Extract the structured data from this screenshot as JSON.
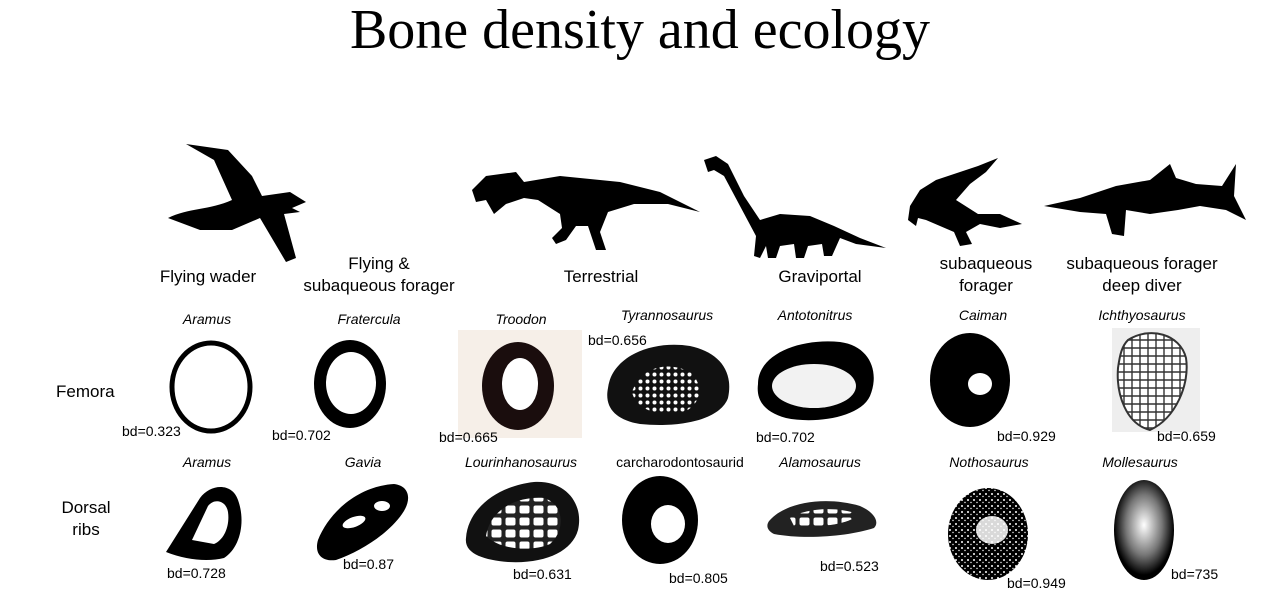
{
  "title": "Bone density and ecology",
  "categories": {
    "flying_wader": "Flying wader",
    "flying_forager_l1": "Flying &",
    "flying_forager_l2": "subaqueous forager",
    "terrestrial": "Terrestrial",
    "graviportal": "Graviportal",
    "sub_forager_l1": "subaqueous",
    "sub_forager_l2": "forager",
    "sub_diver_l1": "subaqueous forager",
    "sub_diver_l2": "deep diver"
  },
  "rows": {
    "femora": "Femora",
    "dorsal_l1": "Dorsal",
    "dorsal_l2": "ribs"
  },
  "femora": [
    {
      "taxon": "Aramus",
      "bd": "bd=0.323"
    },
    {
      "taxon": "Fratercula",
      "bd": "bd=0.702"
    },
    {
      "taxon": "Troodon",
      "bd": "bd=0.665"
    },
    {
      "taxon": "Tyrannosaurus",
      "bd": "bd=0.656"
    },
    {
      "taxon": "Antotonitrus",
      "bd": "bd=0.702"
    },
    {
      "taxon": "Caiman",
      "bd": "bd=0.929"
    },
    {
      "taxon": "Ichthyosaurus",
      "bd": "bd=0.659"
    }
  ],
  "ribs": [
    {
      "taxon": "Aramus",
      "bd": "bd=0.728"
    },
    {
      "taxon": "Gavia",
      "bd": "bd=0.87"
    },
    {
      "taxon": "Lourinhanosaurus",
      "bd": "bd=0.631"
    },
    {
      "taxon": "carcharodontosaurid",
      "bd": "bd=0.805"
    },
    {
      "taxon": "Alamosaurus",
      "bd": "bd=0.523"
    },
    {
      "taxon": "Nothosaurus",
      "bd": "bd=0.949"
    },
    {
      "taxon": "Mollesaurus",
      "bd": "bd=735"
    }
  ],
  "silhouettes": [
    "bird-silhouette-icon",
    "tyrannosaur-silhouette-icon",
    "sauropod-silhouette-icon",
    "crocodile-silhouette-icon",
    "ichthyosaur-silhouette-icon"
  ]
}
